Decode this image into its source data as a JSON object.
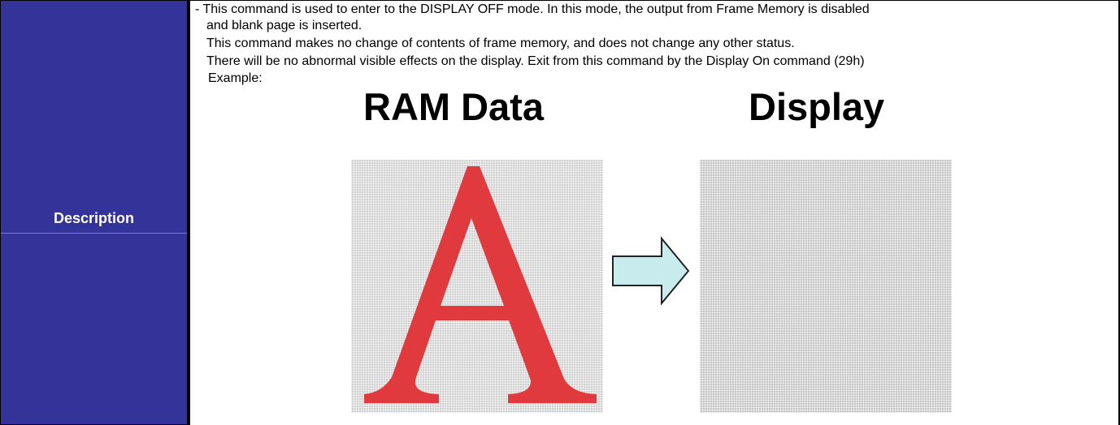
{
  "row": {
    "label": "Description"
  },
  "description": {
    "lines": [
      "- This command is used to enter to the DISPLAY OFF mode. In this mode, the output from Frame Memory is disabled",
      "and blank page is inserted.",
      "This command makes no change of contents of frame memory, and does not change any other status.",
      "There will be no abnormal visible effects on the display. Exit from this command by the Display On command (29h)",
      "Example:"
    ]
  },
  "figure": {
    "left_caption": "RAM Data",
    "right_caption": "Display",
    "letter": "A",
    "letter_color": "#e0393e",
    "arrow_fill": "#c8ecee",
    "panel_color": "#d0d0d0"
  }
}
